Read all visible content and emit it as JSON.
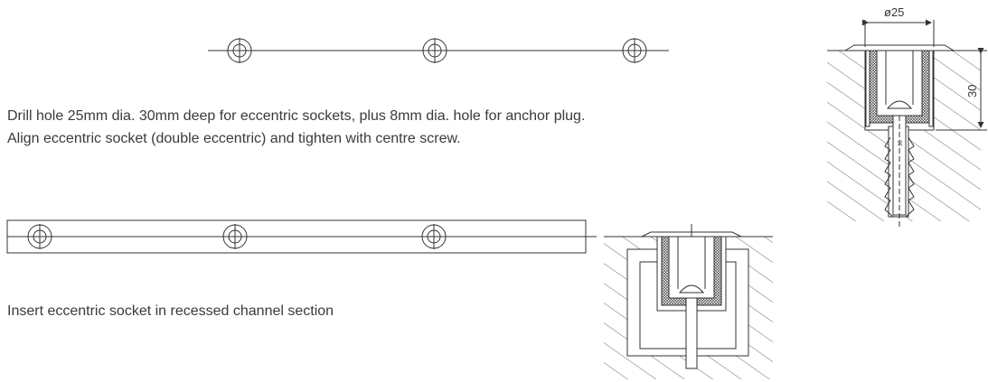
{
  "captions": {
    "drill_line1": "Drill hole 25mm dia. 30mm deep for eccentric sockets, plus 8mm dia. hole for anchor plug.",
    "drill_line2": "Align eccentric socket (double eccentric) and tighten with centre screw.",
    "channel": "Insert eccentric socket in recessed channel section"
  },
  "dimensions": {
    "diameter": "ø25",
    "depth": "30",
    "plug_mark": "36"
  },
  "colors": {
    "line": "#333333",
    "text": "#3a3a3a"
  }
}
